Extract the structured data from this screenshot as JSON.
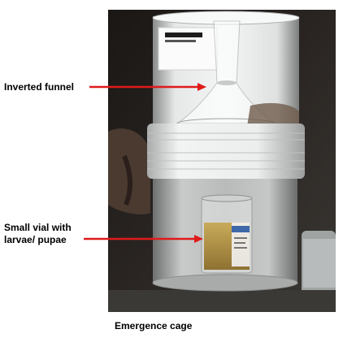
{
  "labels": {
    "funnel": "Inverted funnel",
    "vial": "Small vial with larvae/ pupae"
  },
  "caption": "Emergence cage",
  "colors": {
    "arrow": "#e01a1a",
    "photo_background": "#1d1a18",
    "lid": "#e9ebeb",
    "liquid": "#b4944a"
  }
}
